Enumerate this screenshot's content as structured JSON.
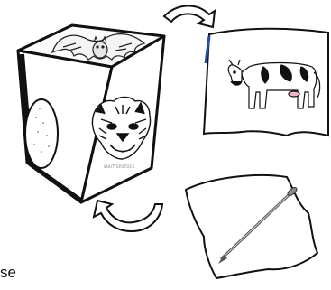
{
  "caption": {
    "text": "se"
  },
  "watermark": {
    "text": "SHUTTERSTOCK"
  },
  "icons": {
    "cube": "dice-cube",
    "bat": "bat-illustration",
    "tiger": "tiger-face-illustration",
    "egg": "egg-illustration",
    "cow": "cow-illustration",
    "nail": "nail-illustration",
    "arrow_top": "curved-arrow",
    "arrow_bottom": "curved-arrow"
  }
}
